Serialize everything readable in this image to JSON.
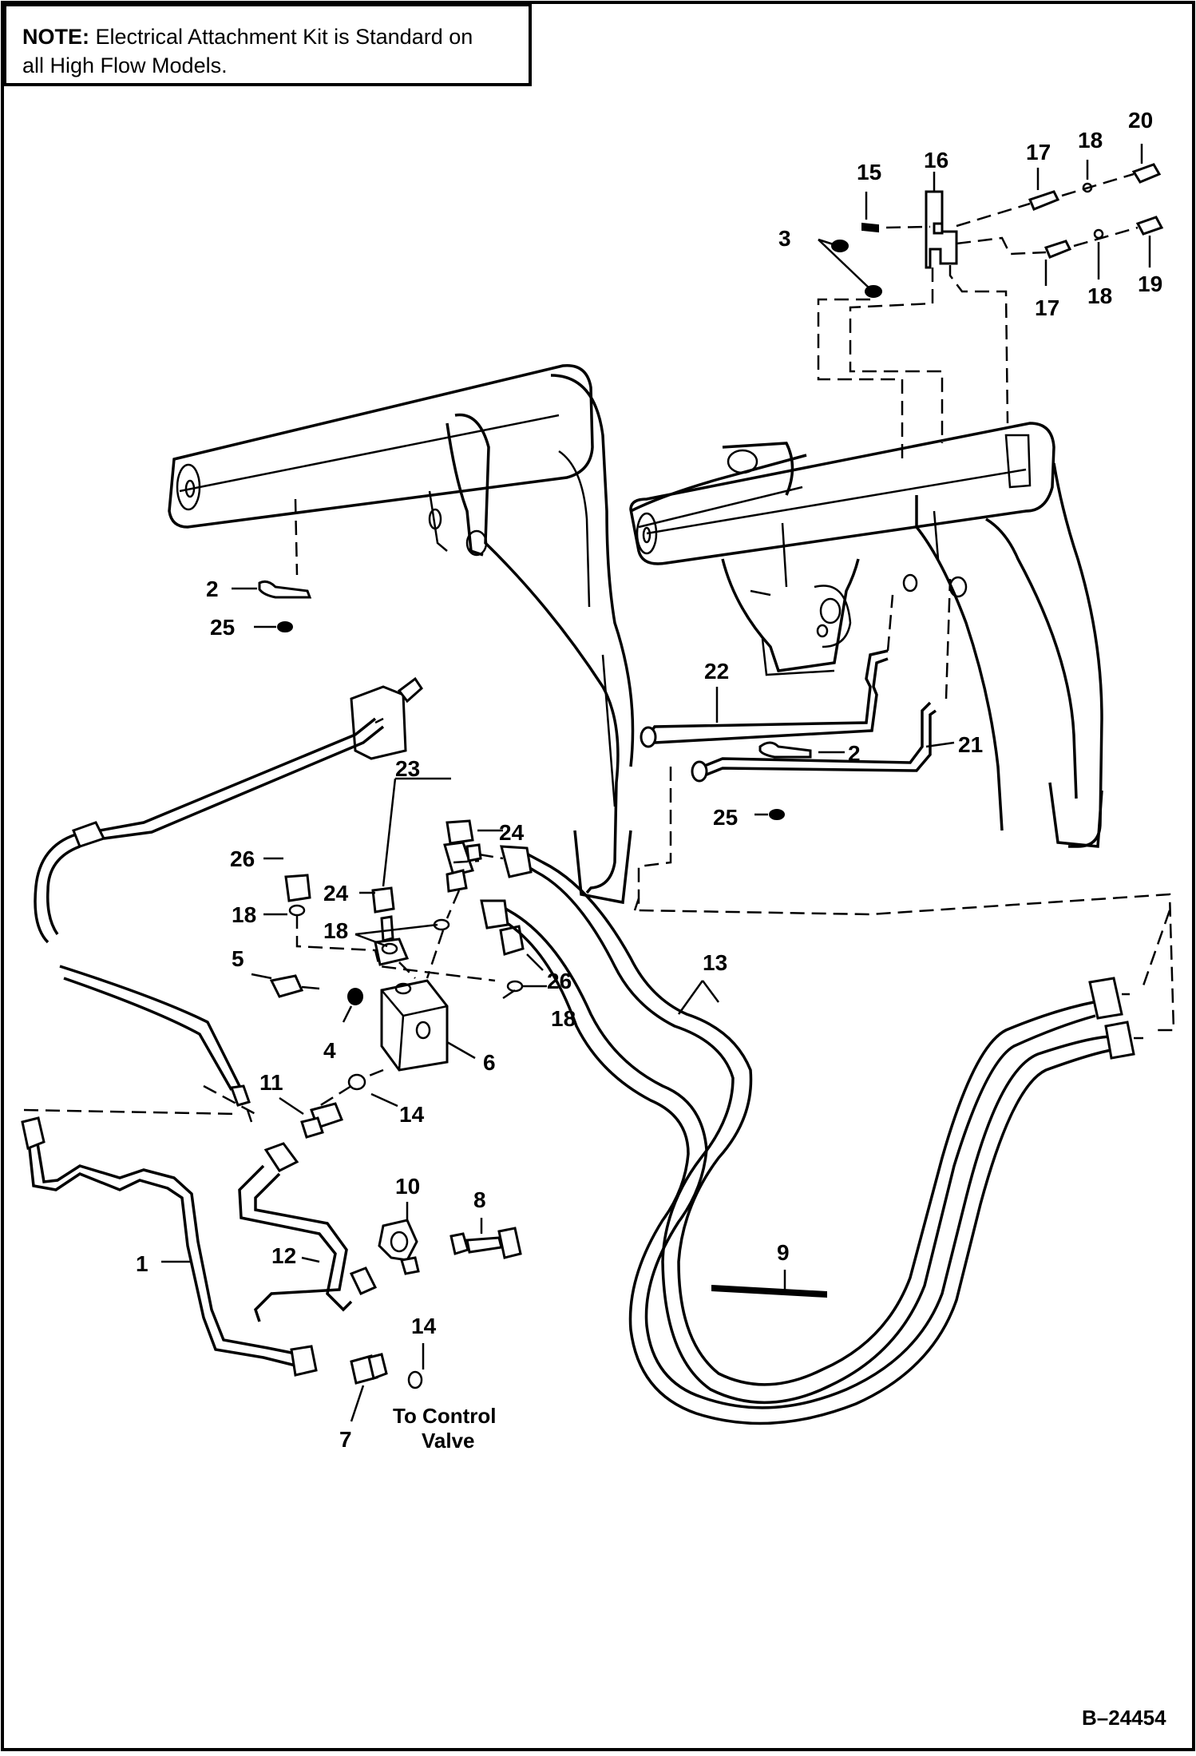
{
  "note": {
    "prefix": "NOTE:",
    "line1": "Electrical Attachment Kit is Standard on",
    "line2": "all High Flow Models."
  },
  "callouts": {
    "c1": "1",
    "c2a": "2",
    "c2b": "2",
    "c3": "3",
    "c4": "4",
    "c5": "5",
    "c6": "6",
    "c7": "7",
    "c8": "8",
    "c9": "9",
    "c10": "10",
    "c11": "11",
    "c12": "12",
    "c13": "13",
    "c14a": "14",
    "c14b": "14",
    "c15": "15",
    "c16": "16",
    "c17a": "17",
    "c17b": "17",
    "c18a": "18",
    "c18b": "18",
    "c18c": "18",
    "c18d": "18",
    "c18e": "18",
    "c19": "19",
    "c20": "20",
    "c21": "21",
    "c22": "22",
    "c23": "23",
    "c24a": "24",
    "c24b": "24",
    "c25a": "25",
    "c25b": "25",
    "c26a": "26",
    "c26b": "26"
  },
  "annotation": {
    "line1": "To Control",
    "line2": "Valve"
  },
  "reference_number": "B–24454"
}
